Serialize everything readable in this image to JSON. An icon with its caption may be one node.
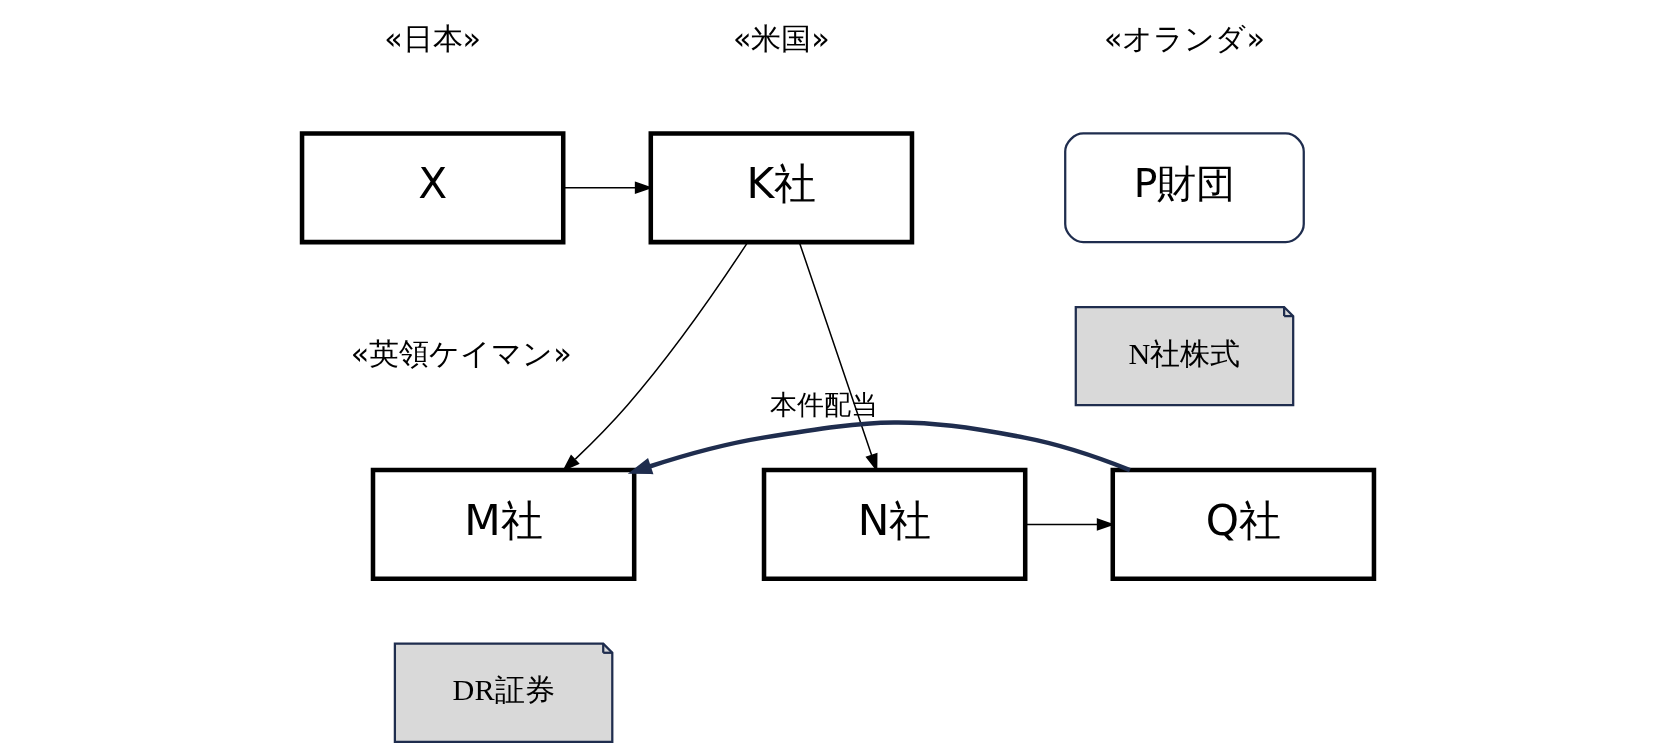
{
  "diagram": {
    "nodes": [
      {
        "text": [
          "X"
        ]
      },
      {
        "text": [
          "K社"
        ]
      },
      {
        "text": [
          "P財団"
        ]
      },
      {
        "text": [
          "N社株式"
        ]
      },
      {
        "text": [
          "M社"
        ]
      },
      {
        "text": [
          "DR証券"
        ]
      },
      {
        "text": [
          "N社"
        ]
      },
      {
        "text": [
          "Q社"
        ]
      }
    ],
    "edges": [
      {
        "from": 0,
        "to": 1,
        "arrow": "to"
      },
      {
        "from": 1,
        "to": 4,
        "arrow": "to"
      },
      {
        "from": 1,
        "to": 6,
        "arrow": "to"
      },
      {
        "from": 6,
        "to": 7,
        "arrow": "to"
      },
      {
        "from": 7,
        "to": 4,
        "arrow": "to",
        "label": "本件配当",
        "style": "thick",
        "color": "#1f2d4e"
      }
    ],
    "labels": [
      "«日本»",
      "«米国»",
      "«オランダ»",
      "«英領ケイマン»"
    ]
  }
}
